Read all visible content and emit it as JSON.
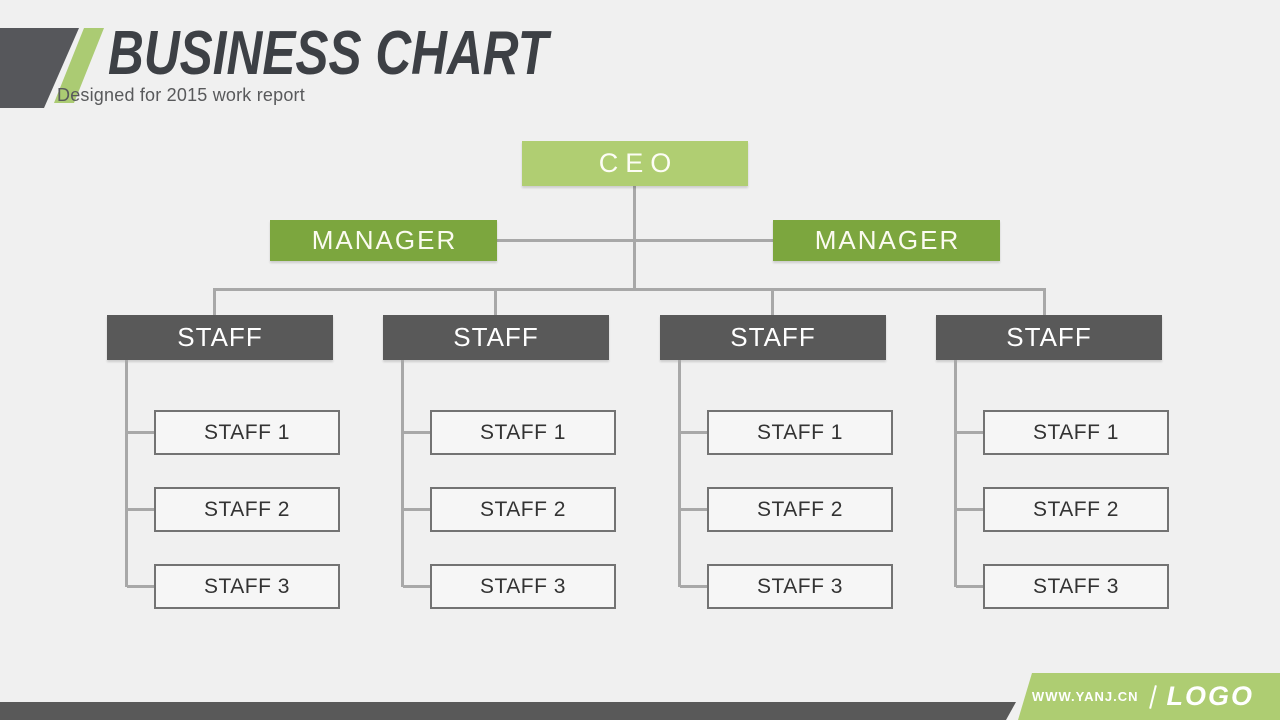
{
  "slide": {
    "title": "BUSINESS CHART",
    "subtitle": "Designed for 2015 work report"
  },
  "org_chart": {
    "ceo_label": "CEO",
    "managers": [
      {
        "label": "MANAGER"
      },
      {
        "label": "MANAGER"
      }
    ],
    "departments": [
      {
        "label": "STAFF",
        "members": [
          "STAFF 1",
          "STAFF 2",
          "STAFF 3"
        ]
      },
      {
        "label": "STAFF",
        "members": [
          "STAFF 1",
          "STAFF 2",
          "STAFF 3"
        ]
      },
      {
        "label": "STAFF",
        "members": [
          "STAFF 1",
          "STAFF 2",
          "STAFF 3"
        ]
      },
      {
        "label": "STAFF",
        "members": [
          "STAFF 1",
          "STAFF 2",
          "STAFF 3"
        ]
      }
    ]
  },
  "footer": {
    "website": "WWW.YANJ.CN",
    "logo": "LOGO"
  },
  "colors": {
    "background": "#f0f0f0",
    "ceo_green": "#b0ce72",
    "manager_green": "#7ca63e",
    "staff_dark_gray": "#595959",
    "connector_gray": "#a8a8a8",
    "member_border_gray": "#737373",
    "title_dark": "#3d4045",
    "footer_green": "#aecd72",
    "footer_dark": "#595959",
    "header_dark_shape": "#56575b",
    "header_green_accent": "#abcb73"
  }
}
